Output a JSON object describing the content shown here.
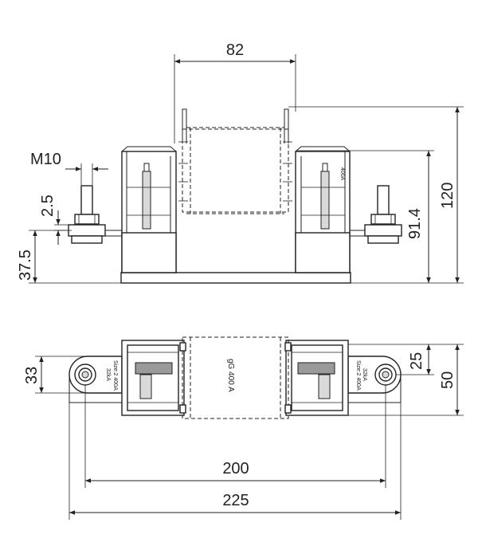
{
  "drawing": {
    "dimensions": {
      "width_top": "82",
      "thread": "M10",
      "stud_offset": "2.5",
      "base_height": "37.5",
      "contact_height": "91.4",
      "total_height": "120",
      "pad_width": "33",
      "half_width": "25",
      "total_width": "50",
      "mount_spacing": "200",
      "overall_length": "225"
    },
    "labels": {
      "fuse_rating": "gG 400 A",
      "base_rating_top": "400A",
      "base_marking_left_1": "Size:2 400A",
      "base_marking_left_2": "32kA",
      "base_marking_right_1": "Size:2 400A",
      "base_marking_right_2": "32kA"
    }
  }
}
